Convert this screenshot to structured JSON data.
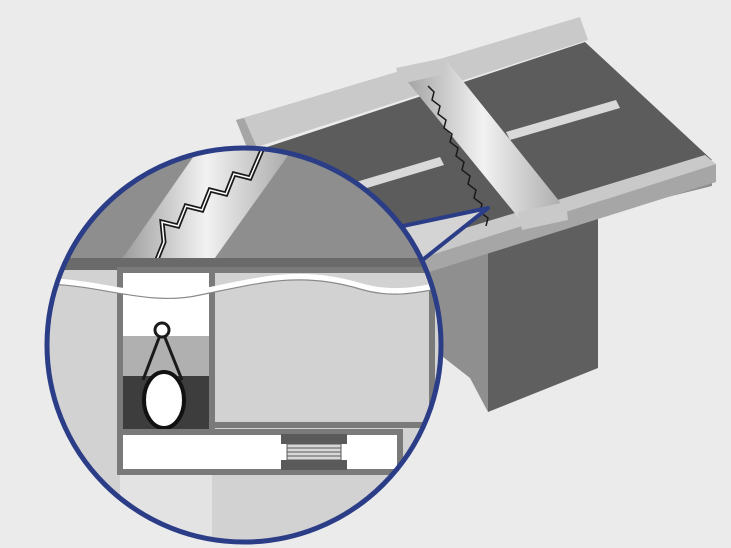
{
  "diagram": {
    "subject": "bridge-expansion-joint-detail",
    "colors": {
      "background": "#ebebeb",
      "deck_top": "#5c5c5c",
      "deck_side": "#8c8c8c",
      "parapet_top": "#c9c9c9",
      "parapet_face": "#a6a6a6",
      "pier_front": "#8f8f8f",
      "pier_side": "#5f5f5f",
      "lane_marking": "#d9d9d9",
      "joint_steel": "#cfcfcf",
      "seal": "#1a1a1a",
      "callout_border": "#2b3d86",
      "callout_fill": "#d4d4d4",
      "bearing": "#595959"
    },
    "icons": {
      "callout": "magnifier-callout",
      "joint": "zigzag-finger-joint",
      "bearing": "elastomeric-bearing",
      "pulley": "cable-pulley"
    }
  }
}
